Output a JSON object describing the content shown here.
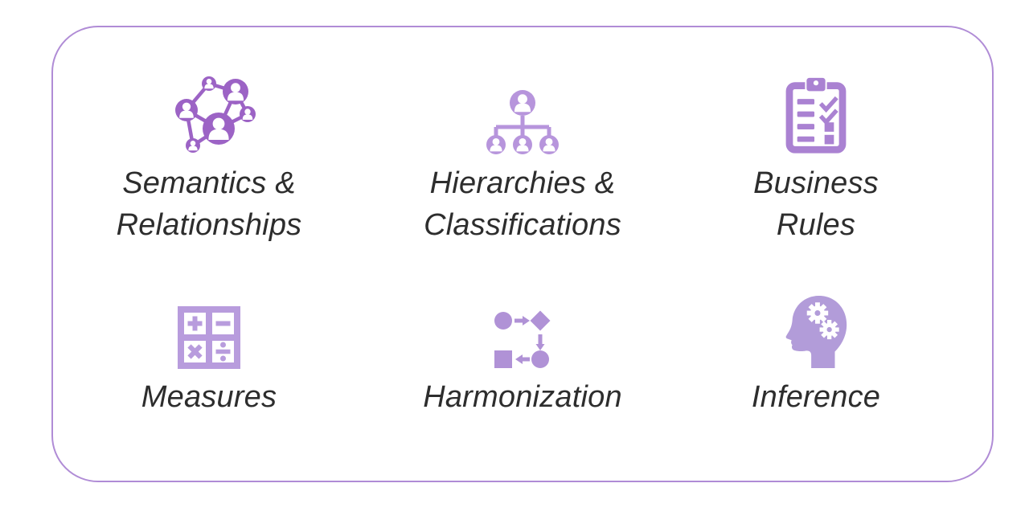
{
  "panel": {
    "border_color": "#b08cd6",
    "text_color": "#2d2d2d",
    "items": [
      {
        "label": "Semantics &\nRelationships",
        "icon": "network-people-icon",
        "color": "#9c63c5"
      },
      {
        "label": "Hierarchies &\nClassifications",
        "icon": "org-chart-icon",
        "color": "#b795dc"
      },
      {
        "label": "Business\nRules",
        "icon": "clipboard-checklist-icon",
        "color": "#aa82d2"
      },
      {
        "label": "Measures",
        "icon": "calculator-icon",
        "color": "#b89cdd"
      },
      {
        "label": "Harmonization",
        "icon": "flow-shapes-icon",
        "color": "#b092d6"
      },
      {
        "label": "Inference",
        "icon": "head-gears-icon",
        "color": "#b29cd9"
      }
    ]
  }
}
